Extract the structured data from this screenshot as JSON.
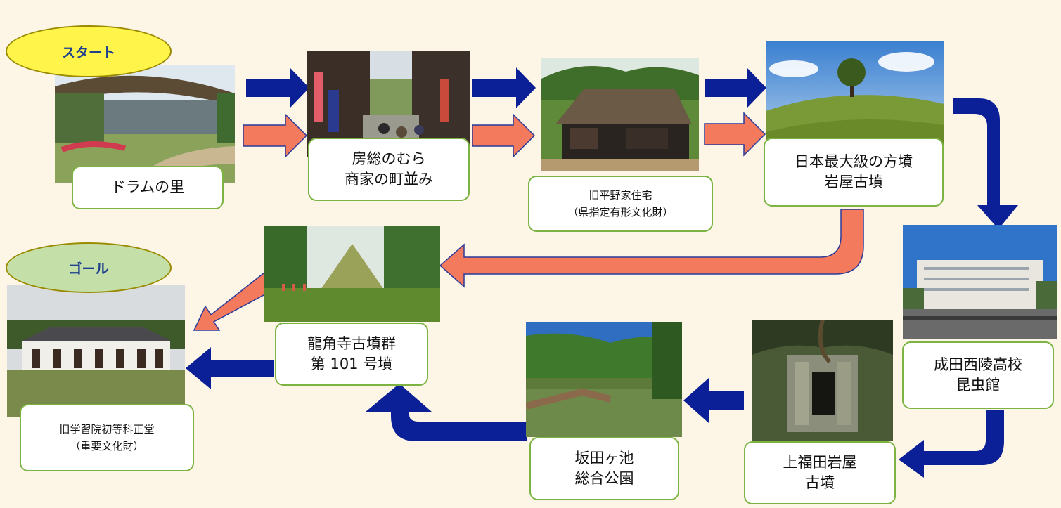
{
  "start_label": "スタート",
  "goal_label": "ゴール",
  "stops": [
    {
      "name": "ドラムの里"
    },
    {
      "name": "房総のむら\n商家の町並み"
    },
    {
      "name": "旧平野家住宅\n（県指定有形文化財）"
    },
    {
      "name": "日本最大級の方墳\n岩屋古墳"
    },
    {
      "name": "成田西陵高校\n昆虫館"
    },
    {
      "name": "上福田岩屋\n古墳"
    },
    {
      "name": "坂田ヶ池\n総合公園"
    },
    {
      "name": "龍角寺古墳群\n第 101 号墳"
    },
    {
      "name": "旧学習院初等科正堂\n（重要文化財）"
    }
  ],
  "colors": {
    "background": "#fdf6e6",
    "blue_arrow": "#0b1f96",
    "orange_arrow": "#f47a5e",
    "label_border": "#7cb342",
    "start_oval": "#fff44a",
    "goal_oval": "#c4e0a8",
    "oval_text": "#1f3f8f"
  },
  "route_colors": [
    "blue (bus route)",
    "orange (walking route)"
  ]
}
